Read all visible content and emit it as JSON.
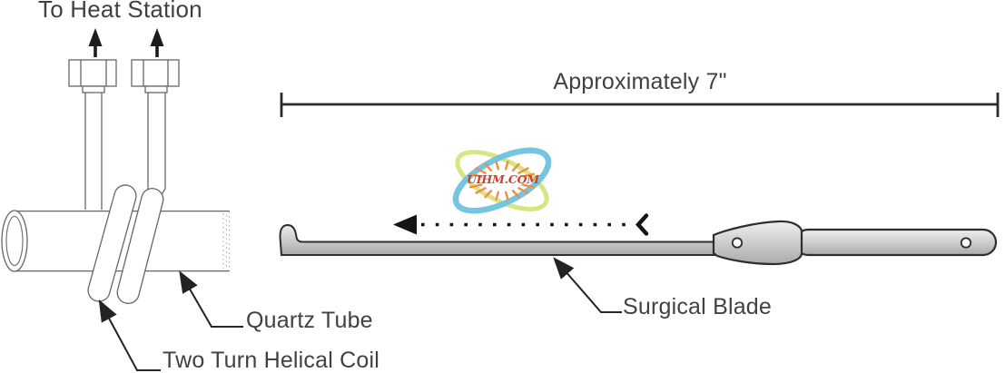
{
  "diagram": {
    "title_note": "Induction heating of surgical blade diagram",
    "labels": {
      "heat_station": "To Heat Station",
      "dimension": "Approximately 7\"",
      "quartz_tube": "Quartz Tube",
      "helical_coil": "Two Turn Helical Coil",
      "surgical_blade": "Surgical Blade"
    },
    "watermark": {
      "text": "UIHM.COM",
      "text_color": "#c8432f",
      "ellipse_blue": "#74c5e2",
      "ellipse_green": "#d9e583",
      "ray_color": "#ee8f44"
    },
    "colors": {
      "line_thin": "#67676a",
      "line_dark": "#2b2b2d",
      "text": "#414044",
      "blade_gray": "#c6c6c8",
      "background": "#ffffff"
    }
  }
}
